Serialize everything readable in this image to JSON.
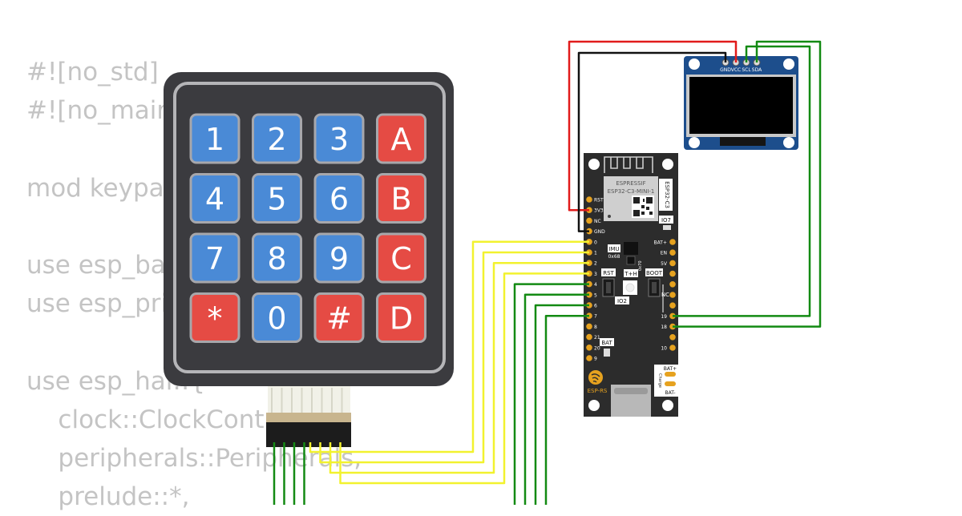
{
  "code_lines": [
    "#![no_std]",
    "#![no_main]",
    "",
    "mod keypad;",
    "",
    "use esp_backtrace as _;",
    "use esp_println::println;",
    "",
    "use esp_hal::{",
    "    clock::ClockControl,",
    "    peripherals::Peripherals,",
    "    prelude::*,"
  ],
  "keypad": {
    "keys": [
      {
        "label": "1",
        "color": "blue"
      },
      {
        "label": "2",
        "color": "blue"
      },
      {
        "label": "3",
        "color": "blue"
      },
      {
        "label": "A",
        "color": "red"
      },
      {
        "label": "4",
        "color": "blue"
      },
      {
        "label": "5",
        "color": "blue"
      },
      {
        "label": "6",
        "color": "blue"
      },
      {
        "label": "B",
        "color": "red"
      },
      {
        "label": "7",
        "color": "blue"
      },
      {
        "label": "8",
        "color": "blue"
      },
      {
        "label": "9",
        "color": "blue"
      },
      {
        "label": "C",
        "color": "red"
      },
      {
        "label": "*",
        "color": "red"
      },
      {
        "label": "0",
        "color": "blue"
      },
      {
        "label": "#",
        "color": "red"
      },
      {
        "label": "D",
        "color": "red"
      }
    ]
  },
  "oled": {
    "pins": [
      "GND",
      "VCC",
      "SCL",
      "SDA"
    ]
  },
  "board": {
    "module_brand": "ESPRESSIF",
    "module_model": "ESP32-C3-MINI-1",
    "side_label": "ESP32-C3",
    "left_pins": [
      "RST",
      "3V3",
      "NC",
      "GND",
      "0",
      "1",
      "2",
      "3",
      "4",
      "5",
      "6",
      "7",
      "8",
      "21",
      "20",
      "9"
    ],
    "right_pins": [
      "BAT+",
      "EN",
      "5V",
      "",
      "",
      "",
      "",
      "19",
      "18",
      "",
      "10"
    ],
    "right_nc_label": "NC",
    "imu_label": "IMU",
    "imu_addr": "0x68",
    "th_label": "T+H",
    "addr_70": "0x70",
    "io7_label": "IO7",
    "rst_button": "RST",
    "boot_button": "BOOT",
    "io2_label": "IO2",
    "bat_label": "BAT",
    "brand_label": "ESP-RS",
    "bat_plus": "BAT+",
    "bat_minus": "BAT-",
    "charge_label": "Charge"
  },
  "colors": {
    "keypad_body": "#3b3b3f",
    "key_blue": "#4a8ad6",
    "key_red": "#e54b44",
    "wire_red": "#e11b1b",
    "wire_black": "#111111",
    "wire_green": "#138a13",
    "wire_yellow": "#f2f22e",
    "oled_pcb": "#1d4e8c",
    "board_pcb": "#2c2c2c"
  }
}
